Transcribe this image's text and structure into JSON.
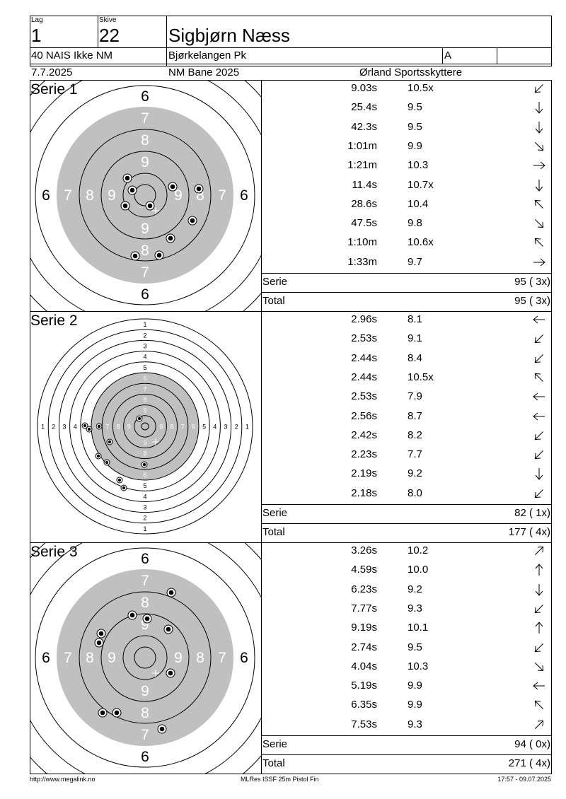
{
  "header": {
    "lag_label": "Lag",
    "lag_value": "1",
    "skive_label": "Skive",
    "skive_value": "22",
    "shooter_name": "Sigbjørn Næss",
    "class_name": "40 NAIS Ikke NM",
    "club": "Bjørkelangen Pk",
    "group": "A",
    "date": "7.7.2025",
    "competition": "NM Bane 2025",
    "organizer": "Ørland Sportsskyttere"
  },
  "series": [
    {
      "name": "Serie 1",
      "target_type": "rapid",
      "shots": [
        {
          "time": "9.03s",
          "score": "10.5x",
          "dir": "down-left"
        },
        {
          "time": "25.4s",
          "score": "9.5",
          "dir": "down"
        },
        {
          "time": "42.3s",
          "score": "9.5",
          "dir": "down"
        },
        {
          "time": "1:01m",
          "score": "9.9",
          "dir": "down-right"
        },
        {
          "time": "1:21m",
          "score": "10.3",
          "dir": "right"
        },
        {
          "time": "11.4s",
          "score": "10.7x",
          "dir": "down"
        },
        {
          "time": "28.6s",
          "score": "10.4",
          "dir": "up-left"
        },
        {
          "time": "47.5s",
          "score": "9.8",
          "dir": "down-right"
        },
        {
          "time": "1:10m",
          "score": "10.6x",
          "dir": "up-left"
        },
        {
          "time": "1:33m",
          "score": "9.7",
          "dir": "right"
        }
      ],
      "serie_label": "Serie",
      "serie_score": "95 ( 3x)",
      "total_label": "Total",
      "total_score": "95 ( 3x)"
    },
    {
      "name": "Serie 2",
      "target_type": "precision",
      "shots": [
        {
          "time": "2.96s",
          "score": "8.1",
          "dir": "left"
        },
        {
          "time": "2.53s",
          "score": "9.1",
          "dir": "down-left"
        },
        {
          "time": "2.44s",
          "score": "8.4",
          "dir": "down-left"
        },
        {
          "time": "2.44s",
          "score": "10.5x",
          "dir": "up-left"
        },
        {
          "time": "2.53s",
          "score": "7.9",
          "dir": "left"
        },
        {
          "time": "2.56s",
          "score": "8.7",
          "dir": "left"
        },
        {
          "time": "2.42s",
          "score": "8.2",
          "dir": "down-left"
        },
        {
          "time": "2.23s",
          "score": "7.7",
          "dir": "down-left"
        },
        {
          "time": "2.19s",
          "score": "9.2",
          "dir": "down"
        },
        {
          "time": "2.18s",
          "score": "8.0",
          "dir": "down-left"
        }
      ],
      "serie_label": "Serie",
      "serie_score": "82 ( 1x)",
      "total_label": "Total",
      "total_score": "177 ( 4x)"
    },
    {
      "name": "Serie 3",
      "target_type": "rapid",
      "shots": [
        {
          "time": "3.26s",
          "score": "10.2",
          "dir": "up-right"
        },
        {
          "time": "4.59s",
          "score": "10.0",
          "dir": "up"
        },
        {
          "time": "6.23s",
          "score": "9.2",
          "dir": "down"
        },
        {
          "time": "7.77s",
          "score": "9.3",
          "dir": "down-left"
        },
        {
          "time": "9.19s",
          "score": "10.1",
          "dir": "up"
        },
        {
          "time": "2.74s",
          "score": "9.5",
          "dir": "down-left"
        },
        {
          "time": "4.04s",
          "score": "10.3",
          "dir": "down-right"
        },
        {
          "time": "5.19s",
          "score": "9.9",
          "dir": "left"
        },
        {
          "time": "6.35s",
          "score": "9.9",
          "dir": "up-left"
        },
        {
          "time": "7.53s",
          "score": "9.3",
          "dir": "up-right"
        }
      ],
      "serie_label": "Serie",
      "serie_score": "94 ( 0x)",
      "total_label": "Total",
      "total_score": "271 ( 4x)"
    }
  ],
  "rapid_ring_labels": [
    "6",
    "7",
    "8",
    "9"
  ],
  "precision_ring_labels": [
    "1",
    "2",
    "3",
    "4",
    "5",
    "6",
    "7",
    "8",
    "9"
  ],
  "footer": {
    "website": "http://www.megalink.no",
    "program": "MLRes ISSF 25m Pistol Fin",
    "timestamp": "17:57 - 09.07.2025"
  }
}
